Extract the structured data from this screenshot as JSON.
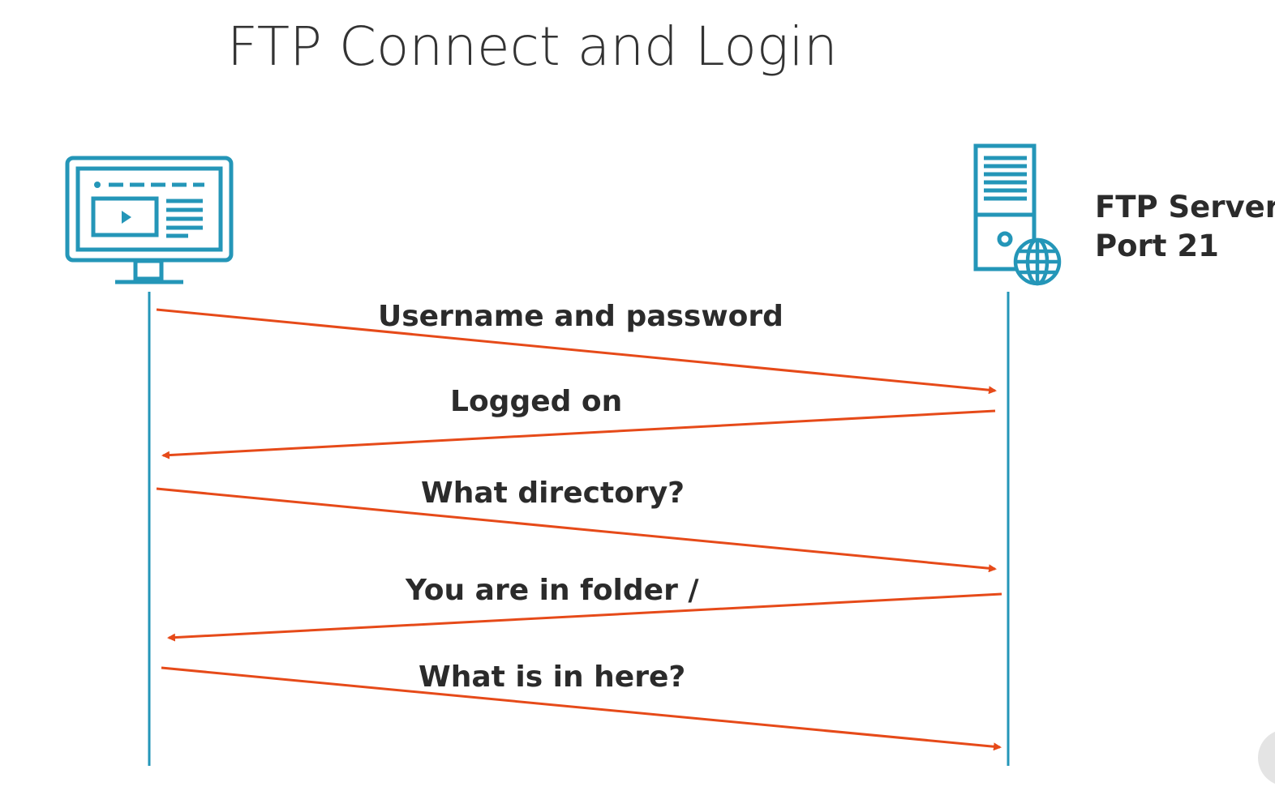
{
  "title": "FTP Connect and Login",
  "server": {
    "line1": "FTP Server",
    "line2": "Port 21"
  },
  "messages": [
    {
      "label": "Username and password",
      "direction": "client-to-server"
    },
    {
      "label": "Logged on",
      "direction": "server-to-client"
    },
    {
      "label": "What directory?",
      "direction": "client-to-server"
    },
    {
      "label": "You are in folder /",
      "direction": "server-to-client"
    },
    {
      "label": "What is in here?",
      "direction": "client-to-server"
    }
  ],
  "icons": {
    "client": "monitor-icon",
    "server": "server-icon",
    "globe": "globe-icon"
  },
  "colors": {
    "lifeline": "#2496b8",
    "arrow": "#e64a19",
    "icon": "#2496b8",
    "text": "#2b2b2b"
  }
}
